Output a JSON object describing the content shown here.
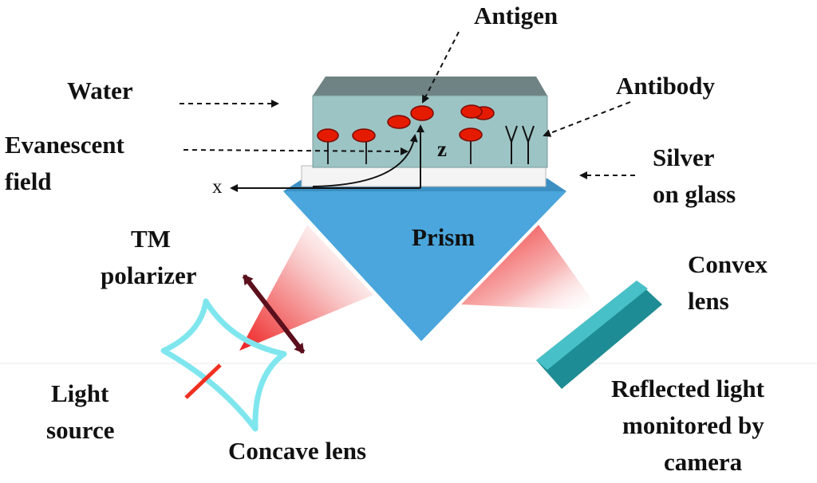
{
  "labels": {
    "antigen": "Antigen",
    "water": "Water",
    "antibody": "Antibody",
    "evanescent_line1": "Evanescent",
    "evanescent_line2": "field",
    "silver_line1": "Silver",
    "silver_line2": "on glass",
    "x_axis": "x",
    "z_axis": "z",
    "prism": "Prism",
    "tm_line1": "TM",
    "tm_line2": "polarizer",
    "convex_line1": "Convex",
    "convex_line2": "lens",
    "light_line1": "Light",
    "light_line2": "source",
    "concave": "Concave lens",
    "reflected_line1": "Reflected light",
    "reflected_line2": "monitored by",
    "reflected_line3": "camera"
  },
  "colors": {
    "water_top": "#6f8284",
    "water_side": "#9cc4c4",
    "silver": "#f4f4f4",
    "prism": "#4aa6dc",
    "prism_dark": "#2f80b0",
    "antigen": "#e51b00",
    "beam": "#f23a3a",
    "polarizer": "#5b0f1c",
    "convex_lens": "#2aa0a8",
    "concave_lens": "#7fe6ee",
    "light_source": "#f03020"
  }
}
